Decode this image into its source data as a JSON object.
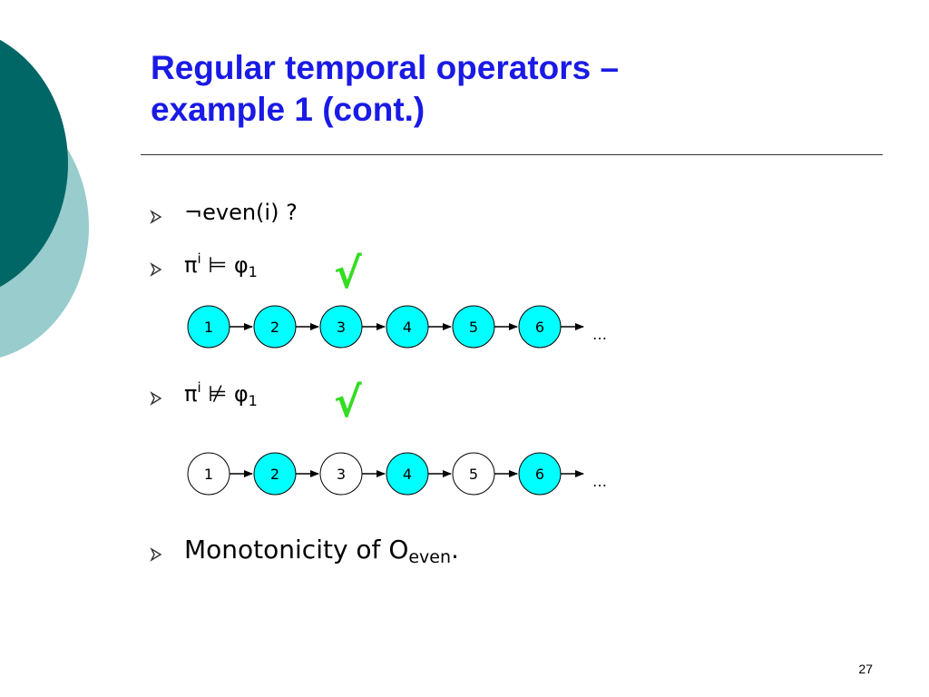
{
  "title": {
    "line1": "Regular temporal operators –",
    "line2": "example 1 (cont.)"
  },
  "bullets": [
    {
      "text": "¬even(i) ?"
    },
    {
      "pi": "π",
      "sup": "i",
      "rel": "⊨",
      "phi": "φ",
      "sub": "1",
      "check": "√"
    },
    {
      "pi": "π",
      "sup": "i",
      "rel": "⊭",
      "phi": "φ",
      "sub": "1",
      "check": "√"
    },
    {
      "text": "Monotonicity of O",
      "sub": "even",
      "tail": "."
    }
  ],
  "diagrams": [
    {
      "labels": [
        "1",
        "2",
        "3",
        "4",
        "5",
        "6"
      ],
      "highlighted": [
        true,
        true,
        true,
        true,
        true,
        true
      ],
      "ellipsis": "…"
    },
    {
      "labels": [
        "1",
        "2",
        "3",
        "4",
        "5",
        "6"
      ],
      "highlighted": [
        false,
        true,
        false,
        true,
        false,
        true
      ],
      "ellipsis": "…"
    }
  ],
  "colors": {
    "title": "#1a1ae6",
    "node_fill": "#00ffff",
    "node_plain": "#ffffff",
    "check": "#33dd22",
    "deco_dark": "#006666",
    "deco_light": "#99cccc"
  },
  "page_number": "27"
}
